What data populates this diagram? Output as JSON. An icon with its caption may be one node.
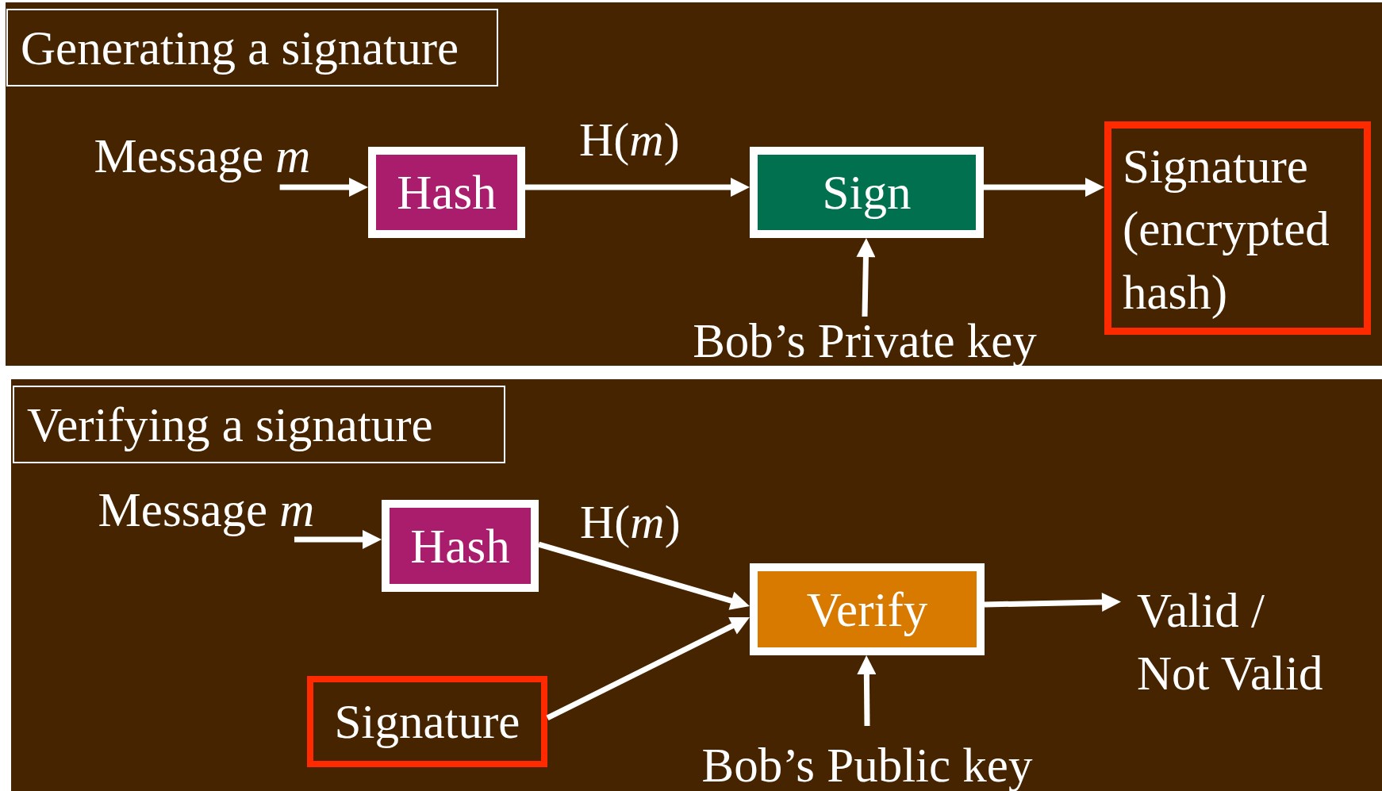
{
  "diagram": {
    "nodes": [
      {
        "text": [],
        "shape": "box"
      },
      {
        "text": [
          "Generating a signature"
        ],
        "in": 0
      },
      {
        "text": [
          "Message *m*"
        ],
        "in": 0
      },
      {
        "text": [
          "Hash"
        ],
        "in": 0
      },
      {
        "text": [
          "Sign"
        ],
        "in": 0
      },
      {
        "text": [
          "Bob’s Private key"
        ],
        "in": 0
      },
      {
        "text": [
          "Signature (encrypted hash)"
        ],
        "in": 0
      },
      {
        "text": [],
        "shape": "box"
      },
      {
        "text": [
          "Verifying a signature"
        ],
        "in": 7
      },
      {
        "text": [
          "Message *m*"
        ],
        "in": 7
      },
      {
        "text": [
          "Hash"
        ],
        "in": 7
      },
      {
        "text": [
          "Verify"
        ],
        "in": 7
      },
      {
        "text": [
          "Signature"
        ],
        "in": 7
      },
      {
        "text": [
          "Bob’s Public key"
        ],
        "in": 7
      },
      {
        "text": [
          "Valid / Not Valid"
        ],
        "in": 7
      }
    ],
    "edges": [
      {
        "from": 2,
        "to": 3,
        "arrow": "to"
      },
      {
        "from": 3,
        "to": 4,
        "arrow": "to",
        "label": "H(*m*)"
      },
      {
        "from": 4,
        "to": 6,
        "arrow": "to"
      },
      {
        "from": 5,
        "to": 4,
        "arrow": "to"
      },
      {
        "from": 9,
        "to": 10,
        "arrow": "to"
      },
      {
        "from": 10,
        "to": 11,
        "arrow": "to",
        "label": "H(*m*)"
      },
      {
        "from": 12,
        "to": 11,
        "arrow": "to"
      },
      {
        "from": 13,
        "to": 11,
        "arrow": "to"
      },
      {
        "from": 11,
        "to": 14,
        "arrow": "to"
      }
    ]
  }
}
